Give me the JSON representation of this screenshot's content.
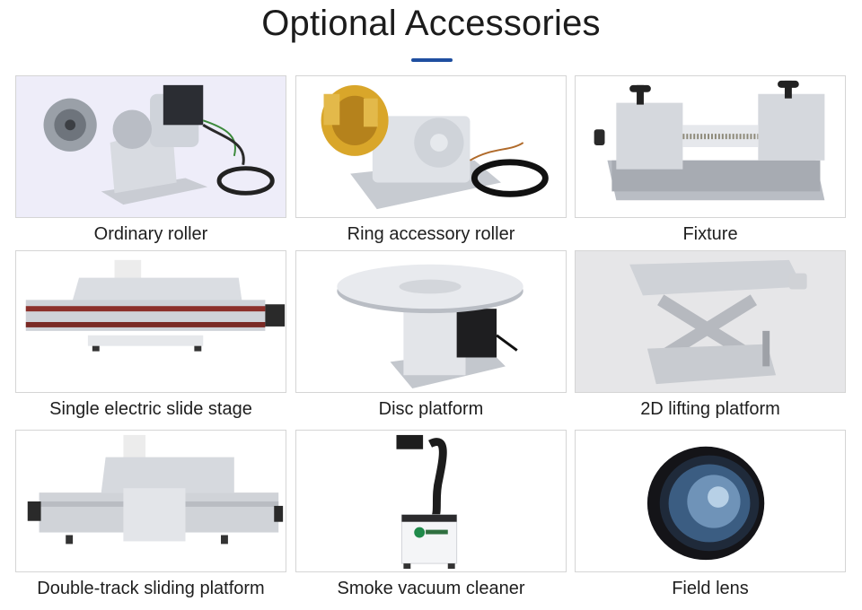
{
  "title": "Optional Accessories",
  "accent_color": "#1f4fa0",
  "items": [
    {
      "label": "Ordinary roller",
      "icon": "rotary-roller-icon"
    },
    {
      "label": "Ring accessory roller",
      "icon": "ring-roller-icon"
    },
    {
      "label": "Fixture",
      "icon": "fixture-vise-icon"
    },
    {
      "label": "Single electric slide stage",
      "icon": "slide-stage-icon"
    },
    {
      "label": "Disc platform",
      "icon": "disc-platform-icon"
    },
    {
      "label": "2D lifting platform",
      "icon": "lifting-platform-icon"
    },
    {
      "label": "Double-track sliding platform",
      "icon": "double-track-platform-icon"
    },
    {
      "label": "Smoke vacuum cleaner",
      "icon": "smoke-vacuum-icon"
    },
    {
      "label": "Field lens",
      "icon": "field-lens-icon"
    }
  ]
}
